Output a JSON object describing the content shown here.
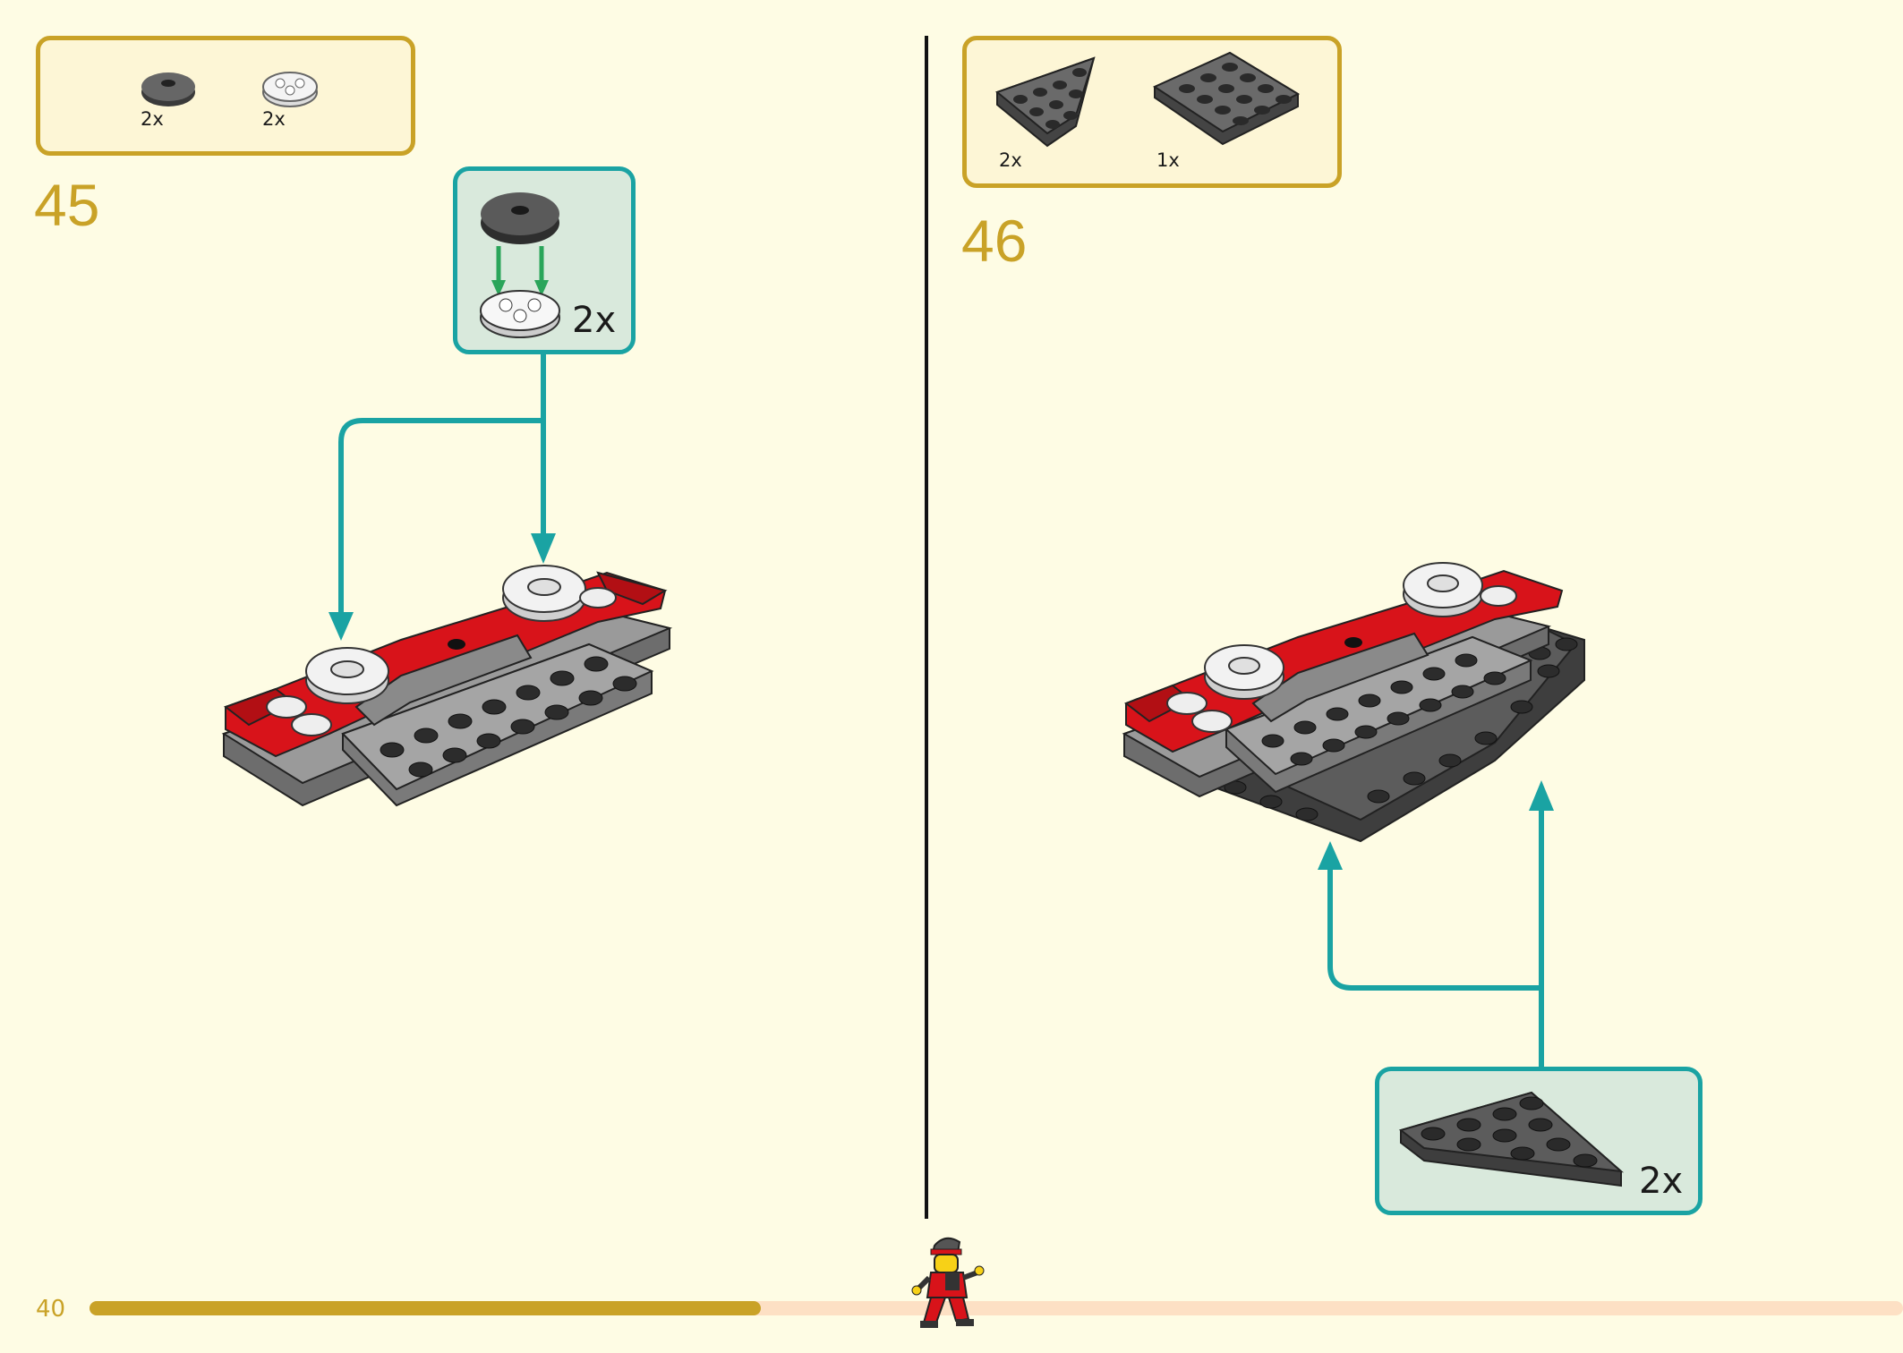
{
  "page": {
    "number": "40",
    "progress_fraction": 0.37
  },
  "steps": [
    {
      "number": "45",
      "parts": [
        {
          "name": "round-tile-dark-gray",
          "qty": "2x"
        },
        {
          "name": "round-plate-transparent",
          "qty": "2x"
        }
      ],
      "callout": {
        "qty": "2x"
      }
    },
    {
      "number": "46",
      "parts": [
        {
          "name": "wedge-plate-dark-gray",
          "qty": "2x"
        },
        {
          "name": "square-plate-dark-gray",
          "qty": "1x"
        }
      ],
      "callout": {
        "qty": "2x"
      }
    }
  ],
  "colors": {
    "background": "#fefce4",
    "accent_gold": "#c9a227",
    "callout_teal": "#1aa3a3",
    "brick_red": "#d8131a",
    "plate_gray": "#8a8a8a",
    "plate_dark": "#4a4a4a"
  }
}
